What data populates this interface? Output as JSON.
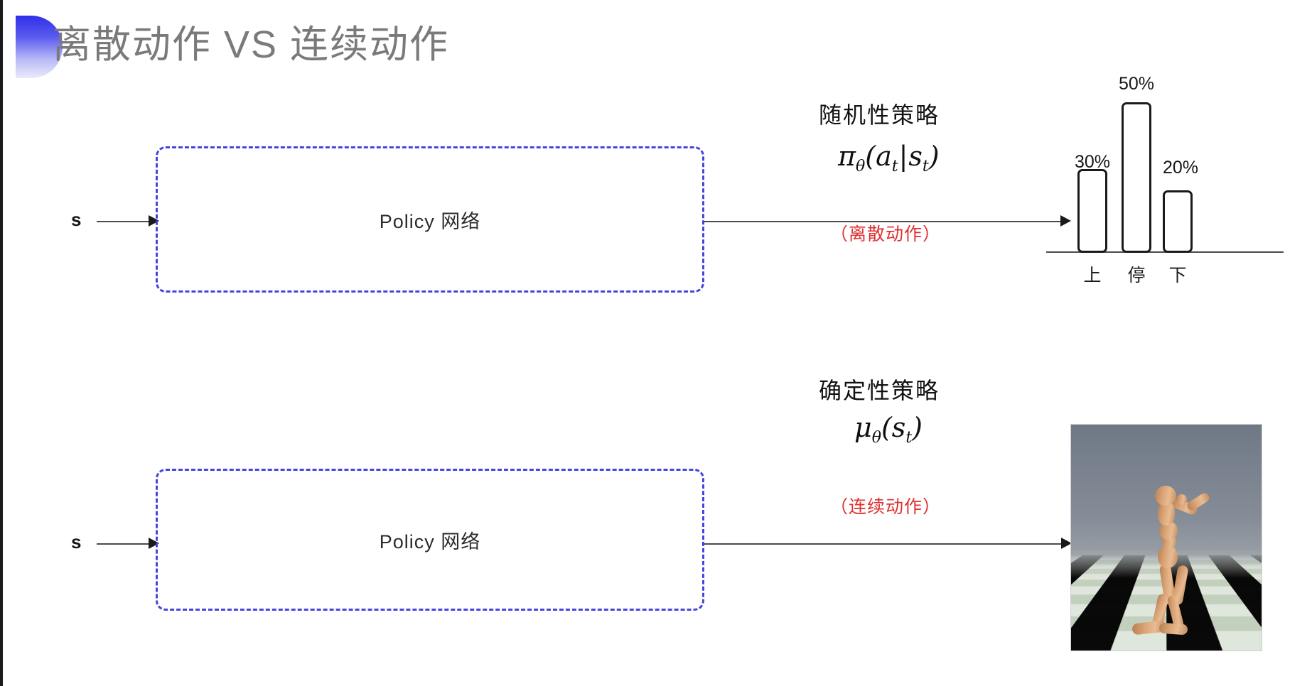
{
  "slide": {
    "title": "离散动作 VS 连续动作",
    "accent_color": "#3a3ae8",
    "title_color": "#7a7a7a",
    "background": "#ffffff"
  },
  "rows": [
    {
      "input_label": "s",
      "box_label": "Policy 网络",
      "box_border_color": "#4545dd",
      "policy_kind": "随机性策略",
      "formula_parts": {
        "fn": "π",
        "sub": "θ",
        "open": "(",
        "arg1": "a",
        "arg1sub": "t",
        "bar": "|",
        "arg2": "s",
        "arg2sub": "t",
        "close": ")"
      },
      "action_kind": "（离散动作）",
      "action_kind_color": "#e03030",
      "output_type": "bar-chart"
    },
    {
      "input_label": "s",
      "box_label": "Policy 网络",
      "box_border_color": "#4545dd",
      "policy_kind": "确定性策略",
      "formula_parts": {
        "fn": "μ",
        "sub": "θ",
        "open": "(",
        "arg1": "s",
        "arg1sub": "t",
        "close": ")"
      },
      "action_kind": "（连续动作）",
      "action_kind_color": "#e03030",
      "output_type": "humanoid-simulation-image"
    }
  ],
  "chart_data": {
    "type": "bar",
    "title": "",
    "xlabel": "",
    "ylabel": "",
    "categories": [
      "上",
      "停",
      "下"
    ],
    "values": [
      30,
      50,
      20
    ],
    "value_labels": [
      "30%",
      "50%",
      "20%"
    ],
    "ylim": [
      0,
      60
    ],
    "grid": false,
    "legend": false,
    "bar_fill": "#ffffff",
    "bar_stroke": "#1a1a1a",
    "axis_color": "#4b4b4b"
  },
  "simulation": {
    "caption": "",
    "sky_color": "#7b8490",
    "floor_colors": [
      "#0a0a0a",
      "#dfe6dc"
    ],
    "figure_color": "#d9a274"
  }
}
